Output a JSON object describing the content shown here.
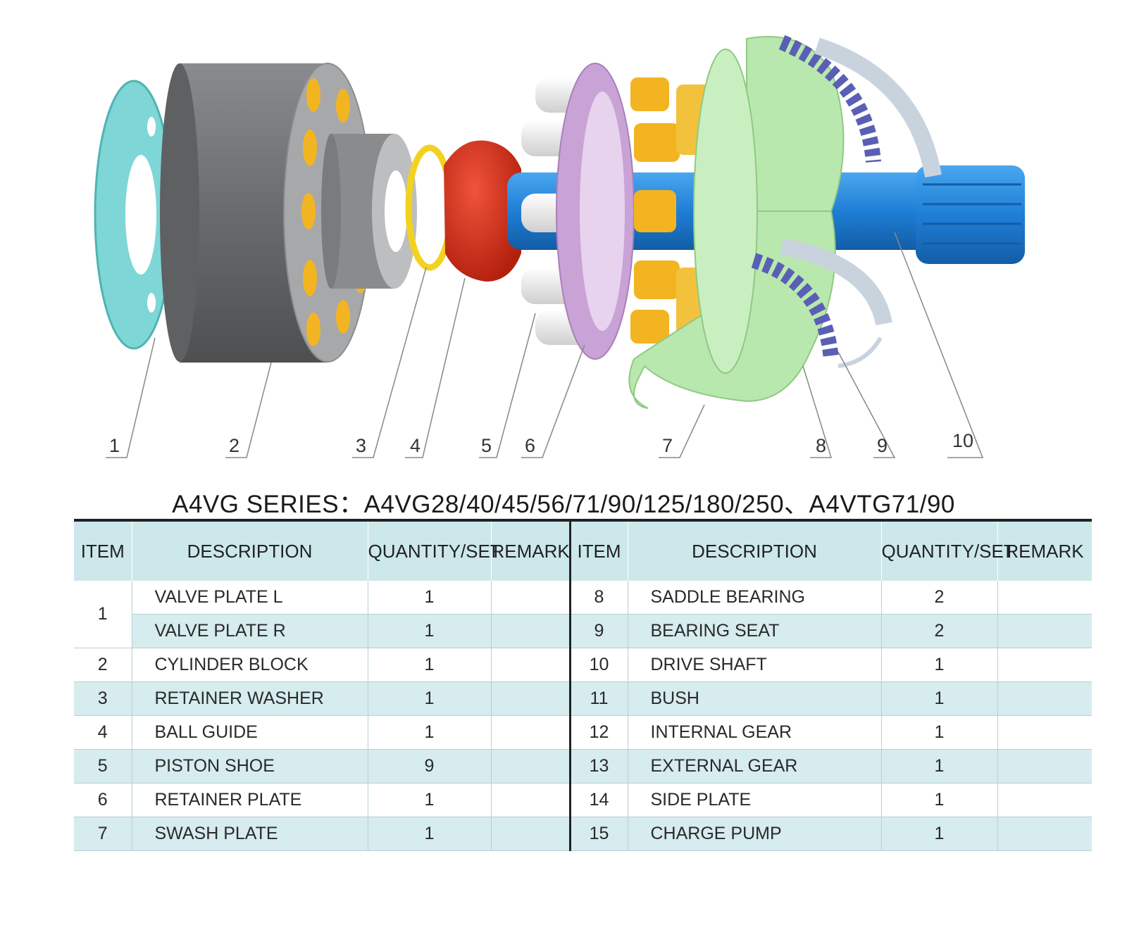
{
  "title": "A4VG SERIES：A4VG28/40/45/56/71/90/125/180/250、A4VTG71/90",
  "callouts": [
    "1",
    "2",
    "3",
    "4",
    "5",
    "6",
    "7",
    "8",
    "9",
    "10"
  ],
  "colors": {
    "valve_plate": "#7fd6d6",
    "cylinder_block": "#6d6e70",
    "retainer_washer": "#f2d21e",
    "ball_guide": "#d6311c",
    "piston": "#e8e8e8",
    "retainer_plate": "#c9a2d6",
    "piston_shoe": "#f2b521",
    "swash_plate": "#b8e8ad",
    "bearing": "#5a5fb5",
    "bearing_seat": "#c9d3de",
    "drive_shaft": "#1f7fd6",
    "table_header": "#cde8eb",
    "table_shade": "#d6ecee"
  },
  "table": {
    "headers": [
      "ITEM",
      "DESCRIPTION",
      "QUANTITY/SET",
      "REMARK"
    ],
    "left": [
      {
        "item": "1",
        "desc": "VALVE PLATE  L",
        "qty": "1"
      },
      {
        "item": "",
        "desc": "VALVE PLATE  R",
        "qty": "1"
      },
      {
        "item": "2",
        "desc": "CYLINDER BLOCK",
        "qty": "1"
      },
      {
        "item": "3",
        "desc": "RETAINER WASHER",
        "qty": "1"
      },
      {
        "item": "4",
        "desc": "BALL GUIDE",
        "qty": "1"
      },
      {
        "item": "5",
        "desc": "PISTON SHOE",
        "qty": "9"
      },
      {
        "item": "6",
        "desc": "RETAINER PLATE",
        "qty": "1"
      },
      {
        "item": "7",
        "desc": "SWASH PLATE",
        "qty": "1"
      }
    ],
    "right": [
      {
        "item": "8",
        "desc": "SADDLE BEARING",
        "qty": "2"
      },
      {
        "item": "9",
        "desc": "BEARING SEAT",
        "qty": "2"
      },
      {
        "item": "10",
        "desc": "DRIVE SHAFT",
        "qty": "1"
      },
      {
        "item": "11",
        "desc": "BUSH",
        "qty": "1"
      },
      {
        "item": "12",
        "desc": "INTERNAL GEAR",
        "qty": "1"
      },
      {
        "item": "13",
        "desc": "EXTERNAL GEAR",
        "qty": "1"
      },
      {
        "item": "14",
        "desc": "SIDE PLATE",
        "qty": "1"
      },
      {
        "item": "15",
        "desc": "CHARGE PUMP",
        "qty": "1"
      }
    ]
  }
}
